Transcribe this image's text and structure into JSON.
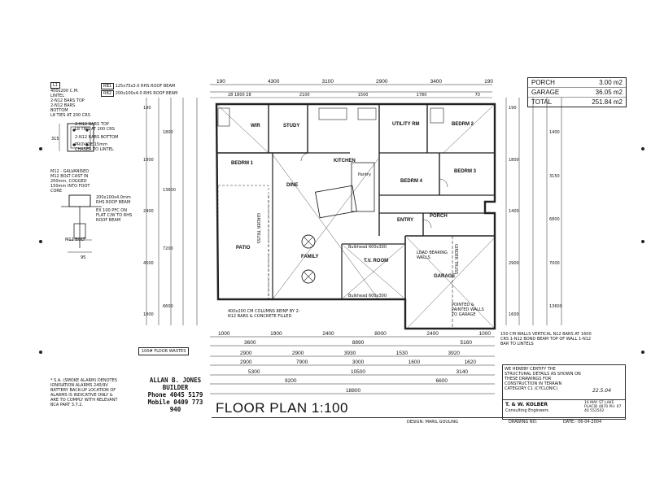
{
  "plan_title": "FLOOR PLAN 1:100",
  "areas": [
    {
      "label": "PORCH",
      "value": "3.00 m2"
    },
    {
      "label": "GARAGE",
      "value": "36.05 m2"
    },
    {
      "label": "TOTAL",
      "value": "251.84 m2"
    }
  ],
  "rooms": {
    "bedrm1": "BEDRM 1",
    "study": "STUDY",
    "kitchen": "KITCHEN",
    "utility": "UTILITY RM",
    "bedrm2": "BEDRM 2",
    "bedrm3": "BEDRM 3",
    "bedrm4": "BEDRM 4",
    "dine": "DINE",
    "family": "FAMILY",
    "tv_room": "T.V. ROOM",
    "entry": "ENTRY",
    "porch": "PORCH",
    "garage": "GARAGE",
    "patio": "PATIO",
    "wir": "WIR",
    "pantry": "Pantry"
  },
  "annotations": {
    "girder_truss_left": "GIRDER TRUSS",
    "girder_truss_right": "GIRDER TRUSS",
    "load_bearing": "LOAD BEARING WALLS",
    "pointed_panels": "POINTED & PAINTED WALLS TO GARAGE",
    "columns_note": "400x200 CM COLUMNS REINF BY 2-N12 BARS & CONCRETE FILLED",
    "floor_wastes": "100# FLOOR WASTES",
    "bulkhead_1": "Bulkhead 600x300",
    "bulkhead_2": "Bulkhead 600x300"
  },
  "top_legend": {
    "item1_tag": "L1",
    "item1": "400x200 C.M. LINTEL",
    "item1b": "2-N12 BARS TOP",
    "item1c": "2-N12 BARS BOTTOM",
    "item1d": "L8 TIES AT 200 CRS",
    "rb1_tag": "RB1",
    "rb1": "125x75x3.0 RHS ROOF BEAM",
    "rb2_tag": "RB2",
    "rb2": "200x100x4.0 RHS ROOF BEAM"
  },
  "left_details": {
    "d1": "2-N12 BARS TOP",
    "d2": "L8 TIES AT 200 CRS",
    "d3": "2-N12 BARS BOTTOM",
    "d4": "PROVIDE 15mm CHASER TO LINTEL",
    "d5": "M12 - GALVANISED M12 BOLT CAST IN 200mm, COGGED 150mm INTO FOOT CORE",
    "d6": "200x100x4.0mm RHS ROOF BEAM",
    "d7": "EX 100 PFC ON FLAT C/W TO RHS ROOF BEAM",
    "d8": "M12 BOLT",
    "d9": "95"
  },
  "smoke_note": "* S.A. (SMOKE ALARM) DENOTES IONISATION ALARMS 240/9V BATTERY BACK-UP LOCATION OF ALARMS IS INDICATIVE ONLY & ARE TO COMPLY WITH RELEVANT BCA PART 3.7.2.",
  "builder": {
    "name": "ALLAN B. JONES",
    "role": "BUILDER",
    "phone": "Phone 4045 5179",
    "mobile": "Mobile 0409 773 940"
  },
  "engineer": {
    "cert": "WE HEREBY CERTIFY THE STRUCTURAL DETAILS AS SHOWN ON THESE DRAWINGS FOR CONSTRUCTION IN TERRAIN CATEGORY C1 (CYCLONIC)",
    "sig": "22.5.04",
    "firm": "T. & W. KOLBER",
    "firm_sub": "Consulting Engineers",
    "addr": "16 MAY ST LAKE PLACID 4870 PH: 07 40 552502",
    "wall_note": "150 CM WALLS VERTICAL N12 BARS AT 1600 CRS 1-N12 BOND BEAM TOP OF WALL 1-N12 BAR TO LINTELS",
    "designer_label": "DESIGN:",
    "designer": "MARIL GOULING",
    "drawing_no": "DRAWING NO:",
    "date": "DATE:- 06-04-2004"
  },
  "dims_top_outer": [
    "190",
    "4300",
    "3100",
    "2900",
    "3400",
    "190"
  ],
  "dims_top_inner": [
    "28 1800 28",
    "2100",
    "1500",
    "1780",
    "70"
  ],
  "dims_bottom": [
    [
      "1000",
      "1900",
      "2400",
      "8000",
      "2400",
      "1000"
    ],
    [
      "3600",
      "8890",
      "5160"
    ],
    [
      "2900",
      "2900",
      "3930",
      "1530",
      "3920"
    ],
    [
      "2900",
      "7900",
      "3000",
      "1600",
      "1620"
    ],
    [
      "5300",
      "10500",
      "3140"
    ],
    [
      "9200",
      "6600"
    ],
    [
      "18800"
    ]
  ],
  "dims_left": [
    "190",
    "1800",
    "2400",
    "4500",
    "1800",
    "1800",
    "13600",
    "7200",
    "6600"
  ],
  "dims_right": [
    "190",
    "1800",
    "1400",
    "2900",
    "1600",
    "1400",
    "3150",
    "6800",
    "7000",
    "13600"
  ]
}
